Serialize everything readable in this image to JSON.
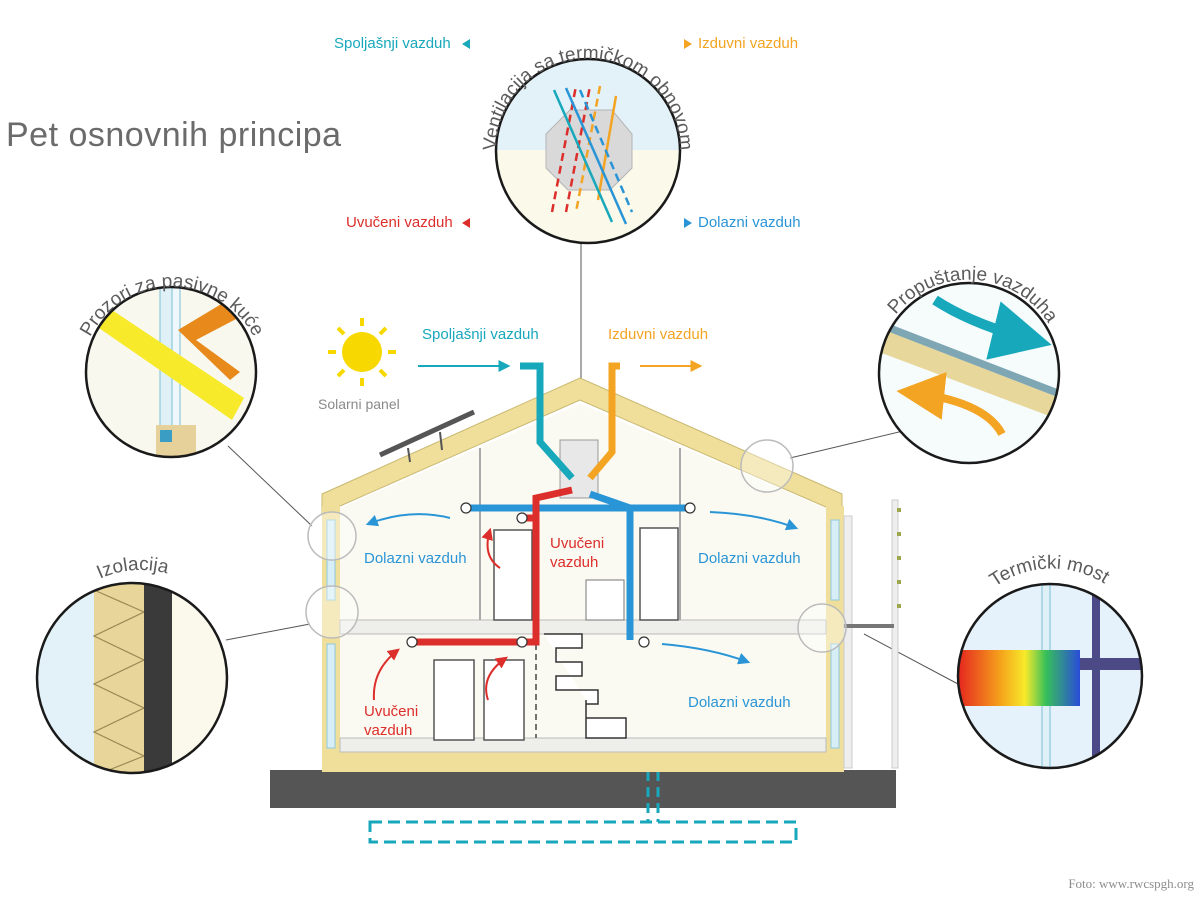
{
  "title": "Pet osnovnih principa",
  "credit": "Foto: www.rwcspgh.org",
  "circles": {
    "ventilation": "Ventilacija sa termičkom obnovom",
    "windows": "Prozori za pasivne kuće",
    "airtightness": "Propuštanje vazduha",
    "insulation": "Izolacija",
    "thermal_bridge": "Termički most"
  },
  "legend": {
    "outside_air": "Spoljašnji vazduh",
    "exhaust_air": "Izduvni vazduh",
    "extract_air": "Uvučeni vazduh",
    "supply_air": "Dolazni vazduh"
  },
  "house": {
    "outside_air": "Spoljašnji vazduh",
    "exhaust_air": "Izduvni vazduh",
    "solar_panel": "Solarni panel",
    "supply_upper_left": "Dolazni vazduh",
    "supply_upper_right": "Dolazni vazduh",
    "supply_lower_right": "Dolazni vazduh",
    "extract_upper": "Uvučeni vazduh",
    "extract_lower": "Uvučeni vazduh"
  },
  "colors": {
    "teal": "#17a8bb",
    "orange": "#f3a423",
    "red": "#dc2e2a",
    "blue": "#2a95d6",
    "insulation": "#f0df9a",
    "ground": "#555555"
  }
}
